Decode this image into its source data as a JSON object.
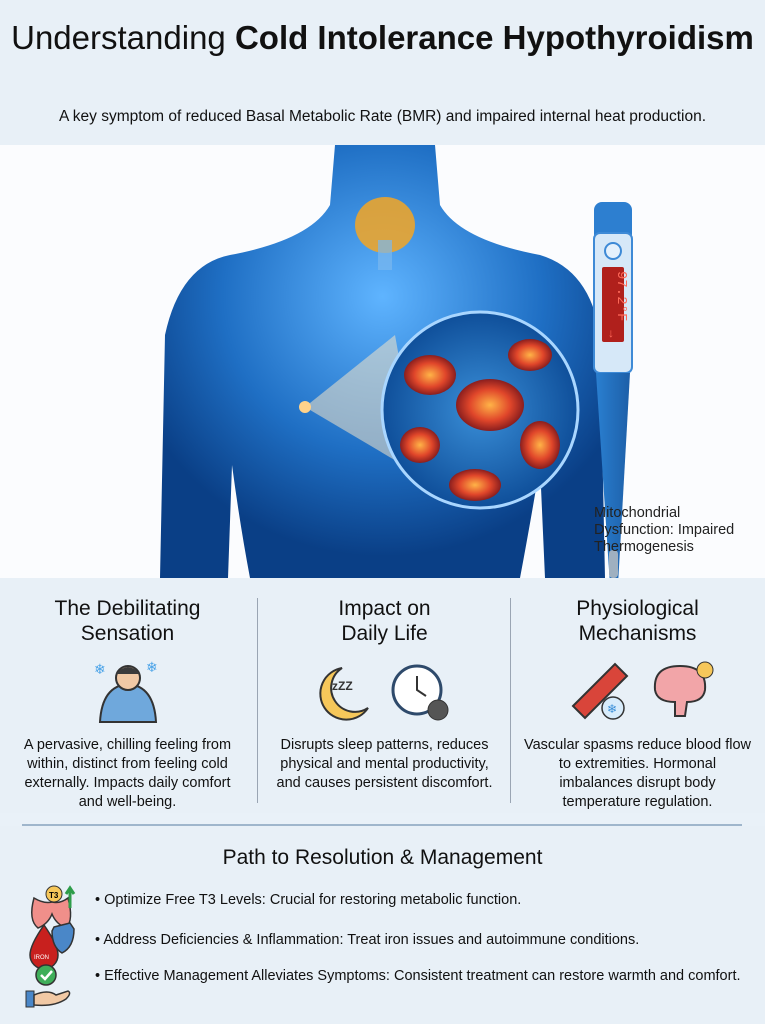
{
  "header": {
    "title_light": "Understanding",
    "title_bold": "Cold Intolerance Hypothyroidism",
    "subtitle": "A key symptom of reduced Basal Metabolic Rate (BMR) and impaired internal heat production."
  },
  "hero": {
    "thermometer_reading": "97.2°F",
    "thermometer_arrow": "↓",
    "caption_lines": [
      "Mitochondrial",
      "Dysfunction: Impaired",
      "Thermogenesis"
    ]
  },
  "columns": [
    {
      "title": "The Debilitating Sensation",
      "text": "A pervasive, chilling feeling from within, distinct from feeling cold externally. Impacts daily comfort and well-being.",
      "icons": [
        "cold-person-blanket-icon"
      ]
    },
    {
      "title": "Impact on Daily Life",
      "text": "Disrupts sleep patterns, reduces physical and mental productivity, and causes persistent discomfort.",
      "icons": [
        "moon-sleep-icon",
        "clock-gear-icon"
      ]
    },
    {
      "title": "Physiological Mechanisms",
      "text": "Vascular spasms reduce blood flow to extremities. Hormonal imbalances disrupt body temperature regulation.",
      "icons": [
        "blood-vessel-icon",
        "brain-hormone-icon"
      ]
    }
  ],
  "path": {
    "title": "Path to Resolution & Management",
    "items": [
      {
        "text": "Optimize Free T3 Levels: Crucial for restoring metabolic function.",
        "icon": "thyroid-t3-icon",
        "badge": "T3"
      },
      {
        "text": "Address Deficiencies & Inflammation: Treat iron issues and autoimmune conditions.",
        "icon": "iron-drop-shield-icon",
        "badge": "IRON"
      },
      {
        "text": "Effective Management Alleviates Symptoms: Consistent treatment can restore warmth and comfort.",
        "icon": "hand-check-icon"
      }
    ]
  },
  "colors": {
    "body_blue": "#1f6fc4",
    "thyroid_orange": "#f5a623",
    "mito_red": "#e0462a",
    "background": "#e8f0f7"
  }
}
